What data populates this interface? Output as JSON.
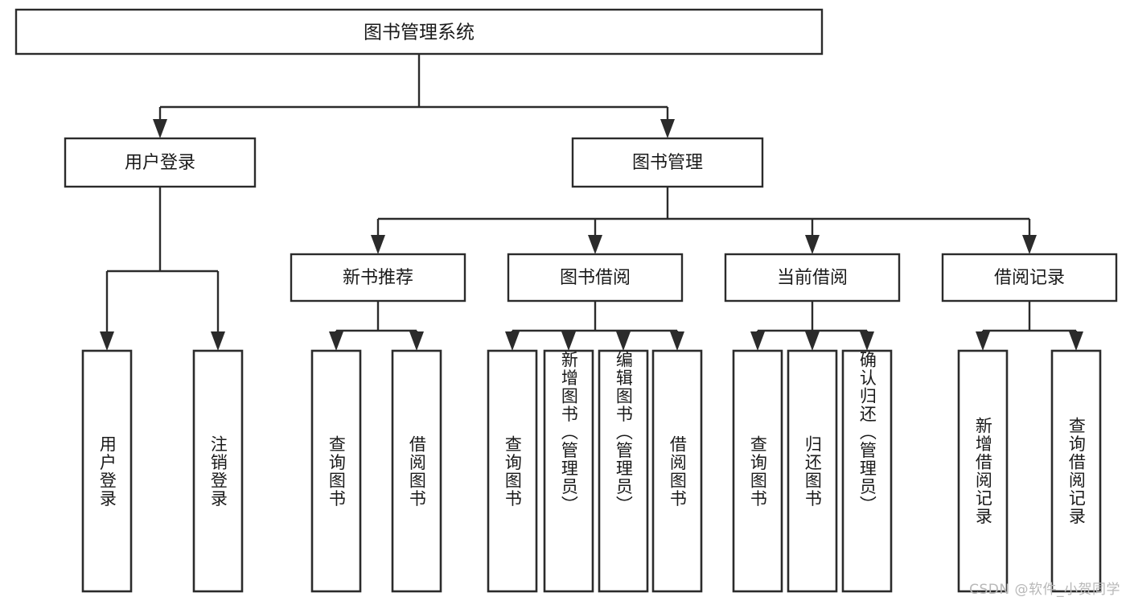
{
  "diagram": {
    "title": "图书管理系统",
    "type": "hierarchy-tree",
    "orientation": "top-down",
    "colors": {
      "stroke": "#2b2b2b",
      "fill": "#ffffff",
      "text": "#1a1a1a",
      "background": "#ffffff",
      "watermark": "#b8b8b8"
    },
    "root": {
      "id": "root",
      "label": "图书管理系统"
    },
    "tier1": [
      {
        "id": "user-login",
        "label": "用户登录"
      },
      {
        "id": "book-manage",
        "label": "图书管理"
      }
    ],
    "tier2": [
      {
        "id": "new-book-recommend",
        "label": "新书推荐",
        "parent": "book-manage"
      },
      {
        "id": "book-borrow",
        "label": "图书借阅",
        "parent": "book-manage"
      },
      {
        "id": "current-borrow",
        "label": "当前借阅",
        "parent": "book-manage"
      },
      {
        "id": "borrow-record",
        "label": "借阅记录",
        "parent": "book-manage"
      }
    ],
    "leaves": [
      {
        "id": "leaf-user-login",
        "label": "用户登录",
        "parent": "user-login"
      },
      {
        "id": "leaf-logout-login",
        "label": "注销登录",
        "parent": "user-login"
      },
      {
        "id": "leaf-query-book-1",
        "label": "查询图书",
        "parent": "new-book-recommend"
      },
      {
        "id": "leaf-borrow-book-1",
        "label": "借阅图书",
        "parent": "new-book-recommend"
      },
      {
        "id": "leaf-query-book-2",
        "label": "查询图书",
        "parent": "book-borrow"
      },
      {
        "id": "leaf-add-book-admin",
        "label": "新增图书（管理员）",
        "parent": "book-borrow"
      },
      {
        "id": "leaf-edit-book-admin",
        "label": "编辑图书（管理员）",
        "parent": "book-borrow"
      },
      {
        "id": "leaf-borrow-book-2",
        "label": "借阅图书",
        "parent": "book-borrow"
      },
      {
        "id": "leaf-query-book-3",
        "label": "查询图书",
        "parent": "current-borrow"
      },
      {
        "id": "leaf-return-book",
        "label": "归还图书",
        "parent": "current-borrow"
      },
      {
        "id": "leaf-confirm-return-admin",
        "label": "确认归还（管理员）",
        "parent": "current-borrow"
      },
      {
        "id": "leaf-add-borrow-record",
        "label": "新增借阅记录",
        "parent": "borrow-record"
      },
      {
        "id": "leaf-query-borrow-record",
        "label": "查询借阅记录",
        "parent": "borrow-record"
      }
    ]
  },
  "watermark": {
    "text": "CSDN @软件_小贺同学"
  }
}
